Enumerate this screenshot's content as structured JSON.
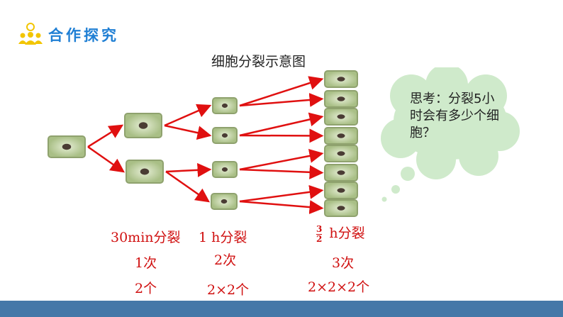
{
  "header": {
    "title": "合作探究",
    "icon": "team-lightbulb-icon"
  },
  "diagram": {
    "title": "细胞分裂示意图"
  },
  "thought": {
    "text": "思考：分裂5小时会有多少个细胞？"
  },
  "stages": [
    {
      "time": "30min分裂",
      "count": "1次",
      "cells": "2个"
    },
    {
      "time_num": "1",
      "time": "h分裂",
      "count": "2次",
      "cells": "2×2个"
    },
    {
      "frac_num": "3",
      "frac_den": "2",
      "time": "h分裂",
      "count": "3次",
      "cells": "2×2×2个"
    }
  ],
  "colors": {
    "accent": "#1f7fd4",
    "arrow": "#e01010",
    "label": "#d01010",
    "bar": "#4578a8",
    "cloud": "#cfeacb"
  }
}
